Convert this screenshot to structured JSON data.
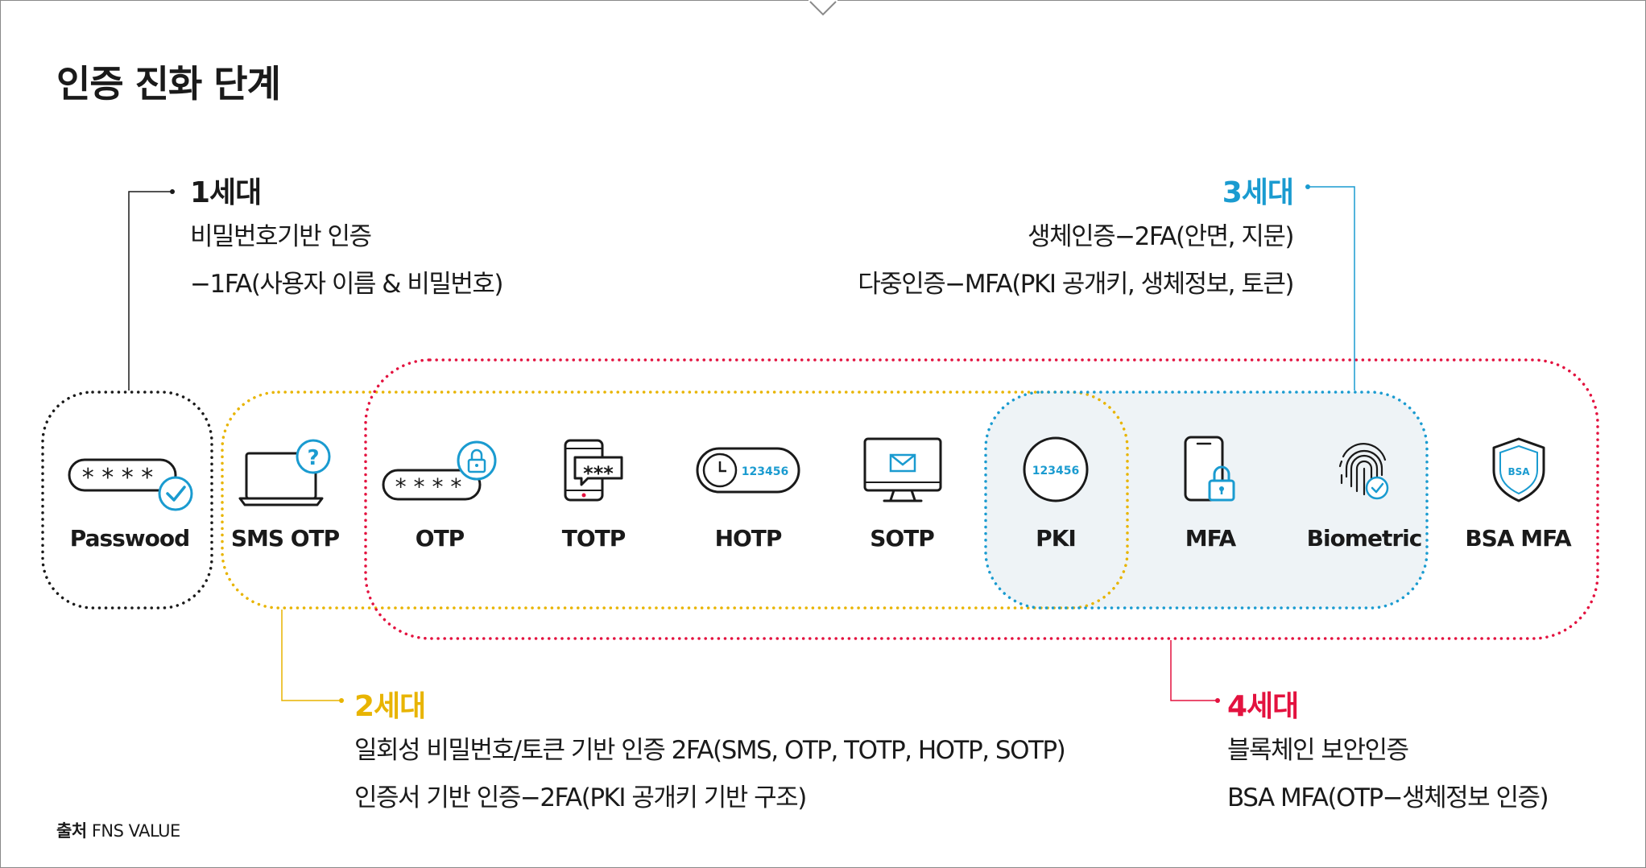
{
  "title": "인증 진화 단계",
  "colors": {
    "gen1": "#1a1a1a",
    "gen2": "#e8b400",
    "gen3": "#1a9bd0",
    "gen4": "#e3123f",
    "pki_blue": "#1a9bd0",
    "pki_region_fill": "#eef3f6"
  },
  "generations": {
    "gen1": {
      "label": "1세대",
      "lines": [
        "비밀번호기반 인증",
        "−1FA(사용자 이름 & 비밀번호)"
      ]
    },
    "gen2": {
      "label": "2세대",
      "lines": [
        "일회성 비밀번호/토큰 기반 인증 2FA(SMS, OTP, TOTP, HOTP, SOTP)",
        "인증서 기반 인증−2FA(PKI 공개키 기반 구조)"
      ]
    },
    "gen3": {
      "label": "3세대",
      "lines": [
        "생체인증−2FA(안면, 지문)",
        "다중인증−MFA(PKI 공개키, 생체정보, 토큰)"
      ]
    },
    "gen4": {
      "label": "4세대",
      "lines": [
        "블록체인 보안인증",
        "BSA MFA(OTP−생체정보 인증)"
      ]
    }
  },
  "items": [
    {
      "label": "Passwood",
      "icon": "password-check-icon"
    },
    {
      "label": "SMS OTP",
      "icon": "laptop-question-icon"
    },
    {
      "label": "OTP",
      "icon": "password-lock-icon"
    },
    {
      "label": "TOTP",
      "icon": "phone-chat-password-icon"
    },
    {
      "label": "HOTP",
      "icon": "clock-token-icon"
    },
    {
      "label": "SOTP",
      "icon": "monitor-mail-icon"
    },
    {
      "label": "PKI",
      "icon": "token-circle-icon",
      "code": "123456"
    },
    {
      "label": "MFA",
      "icon": "phone-lock-icon"
    },
    {
      "label": "Biometric",
      "icon": "fingerprint-icon"
    },
    {
      "label": "BSA MFA",
      "icon": "shield-bsa-icon",
      "badge": "BSA"
    }
  ],
  "icon_text": {
    "password_mask": "* * * *",
    "otp_mask": "* * * *",
    "totp_mask": "***",
    "hotp_code": "123456"
  },
  "source": {
    "label": "출처",
    "value": "FNS VALUE"
  }
}
